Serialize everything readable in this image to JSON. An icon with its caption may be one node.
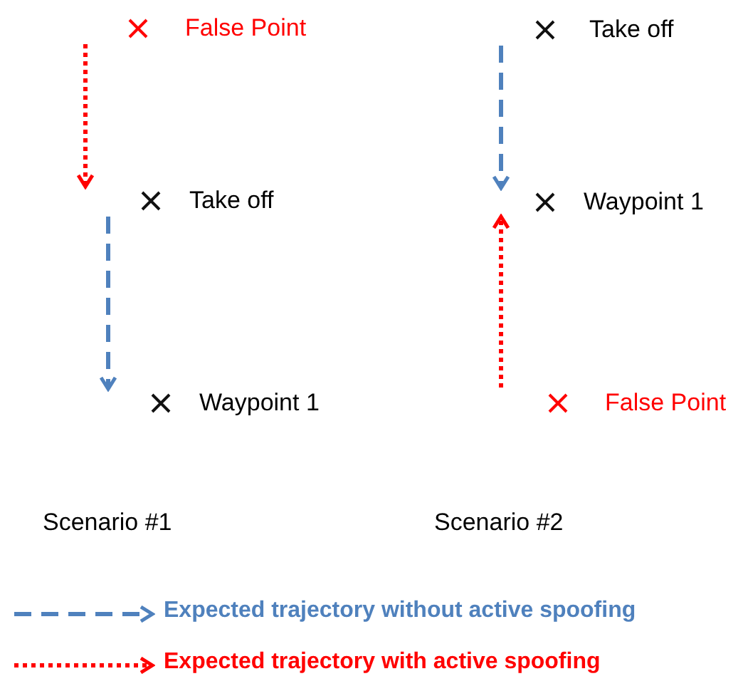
{
  "diagram": {
    "nodes": [
      {
        "text": [
          "False Point"
        ]
      },
      {
        "text": [
          "Take off"
        ]
      },
      {
        "text": [
          "Waypoint 1"
        ]
      },
      {
        "text": [
          "Take off"
        ]
      },
      {
        "text": [
          "Waypoint 1"
        ]
      },
      {
        "text": [
          "False Point"
        ]
      }
    ],
    "edges": [
      {
        "from": 0,
        "to": 1,
        "arrow": "to",
        "style": "dashed",
        "color": "#ff0000"
      },
      {
        "from": 1,
        "to": 2,
        "arrow": "to",
        "style": "dashed",
        "color": "#4f81bd"
      },
      {
        "from": 3,
        "to": 4,
        "arrow": "to",
        "style": "dashed",
        "color": "#4f81bd"
      },
      {
        "from": 5,
        "to": 4,
        "arrow": "to",
        "style": "dashed",
        "color": "#ff0000"
      }
    ],
    "labels": [
      "Scenario #1",
      "Scenario #2"
    ],
    "legend": [
      {
        "text": "Expected trajectory without active spoofing"
      },
      {
        "text": "Expected trajectory with active spoofing"
      }
    ]
  }
}
